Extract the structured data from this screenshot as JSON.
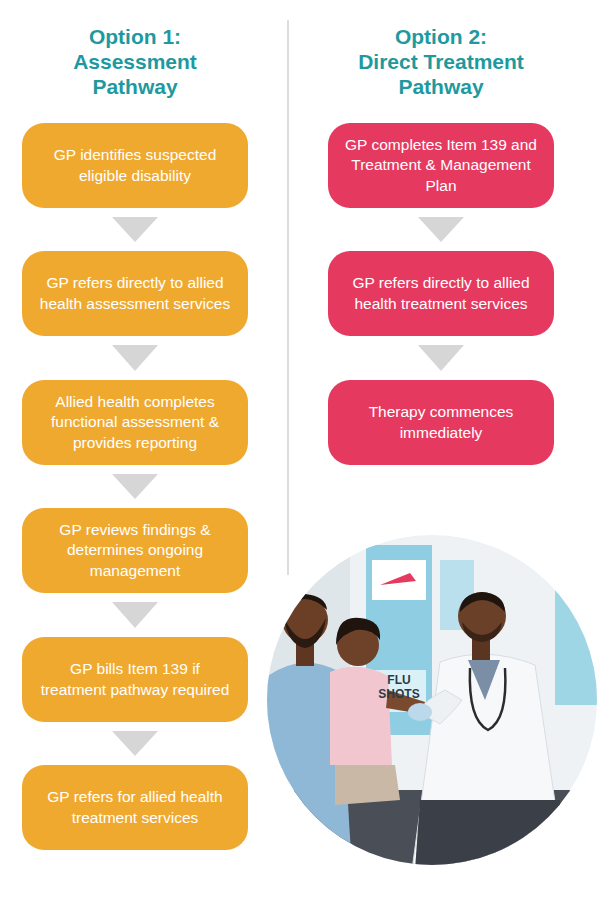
{
  "diagram": {
    "nodes": [
      {
        "text": [
          "GP identifies suspected eligible disability"
        ]
      },
      {
        "text": [
          "GP refers directly to allied health assessment services"
        ]
      },
      {
        "text": [
          "Allied health completes functional assessment & provides reporting"
        ]
      },
      {
        "text": [
          "GP reviews findings & determines ongoing management"
        ]
      },
      {
        "text": [
          "GP bills Item 139 if treatment pathway required"
        ]
      },
      {
        "text": [
          "GP refers for allied health treatment services"
        ]
      },
      {
        "text": [
          "GP completes Item 139 and Treatment & Management Plan"
        ]
      },
      {
        "text": [
          "GP refers directly to allied health treatment services"
        ]
      },
      {
        "text": [
          "Therapy commences immediately"
        ]
      }
    ],
    "edges": [
      {
        "from": 0,
        "to": 1,
        "arrow": "to"
      },
      {
        "from": 1,
        "to": 2,
        "arrow": "to"
      },
      {
        "from": 2,
        "to": 3,
        "arrow": "to"
      },
      {
        "from": 3,
        "to": 4,
        "arrow": "to"
      },
      {
        "from": 4,
        "to": 5,
        "arrow": "to"
      },
      {
        "from": 6,
        "to": 7,
        "arrow": "to"
      },
      {
        "from": 7,
        "to": 8,
        "arrow": "to"
      }
    ],
    "labels": [
      "Option 1:",
      "Assessment Pathway",
      "Option 2:",
      "Direct Treatment Pathway",
      "FLU SHOTS"
    ]
  }
}
